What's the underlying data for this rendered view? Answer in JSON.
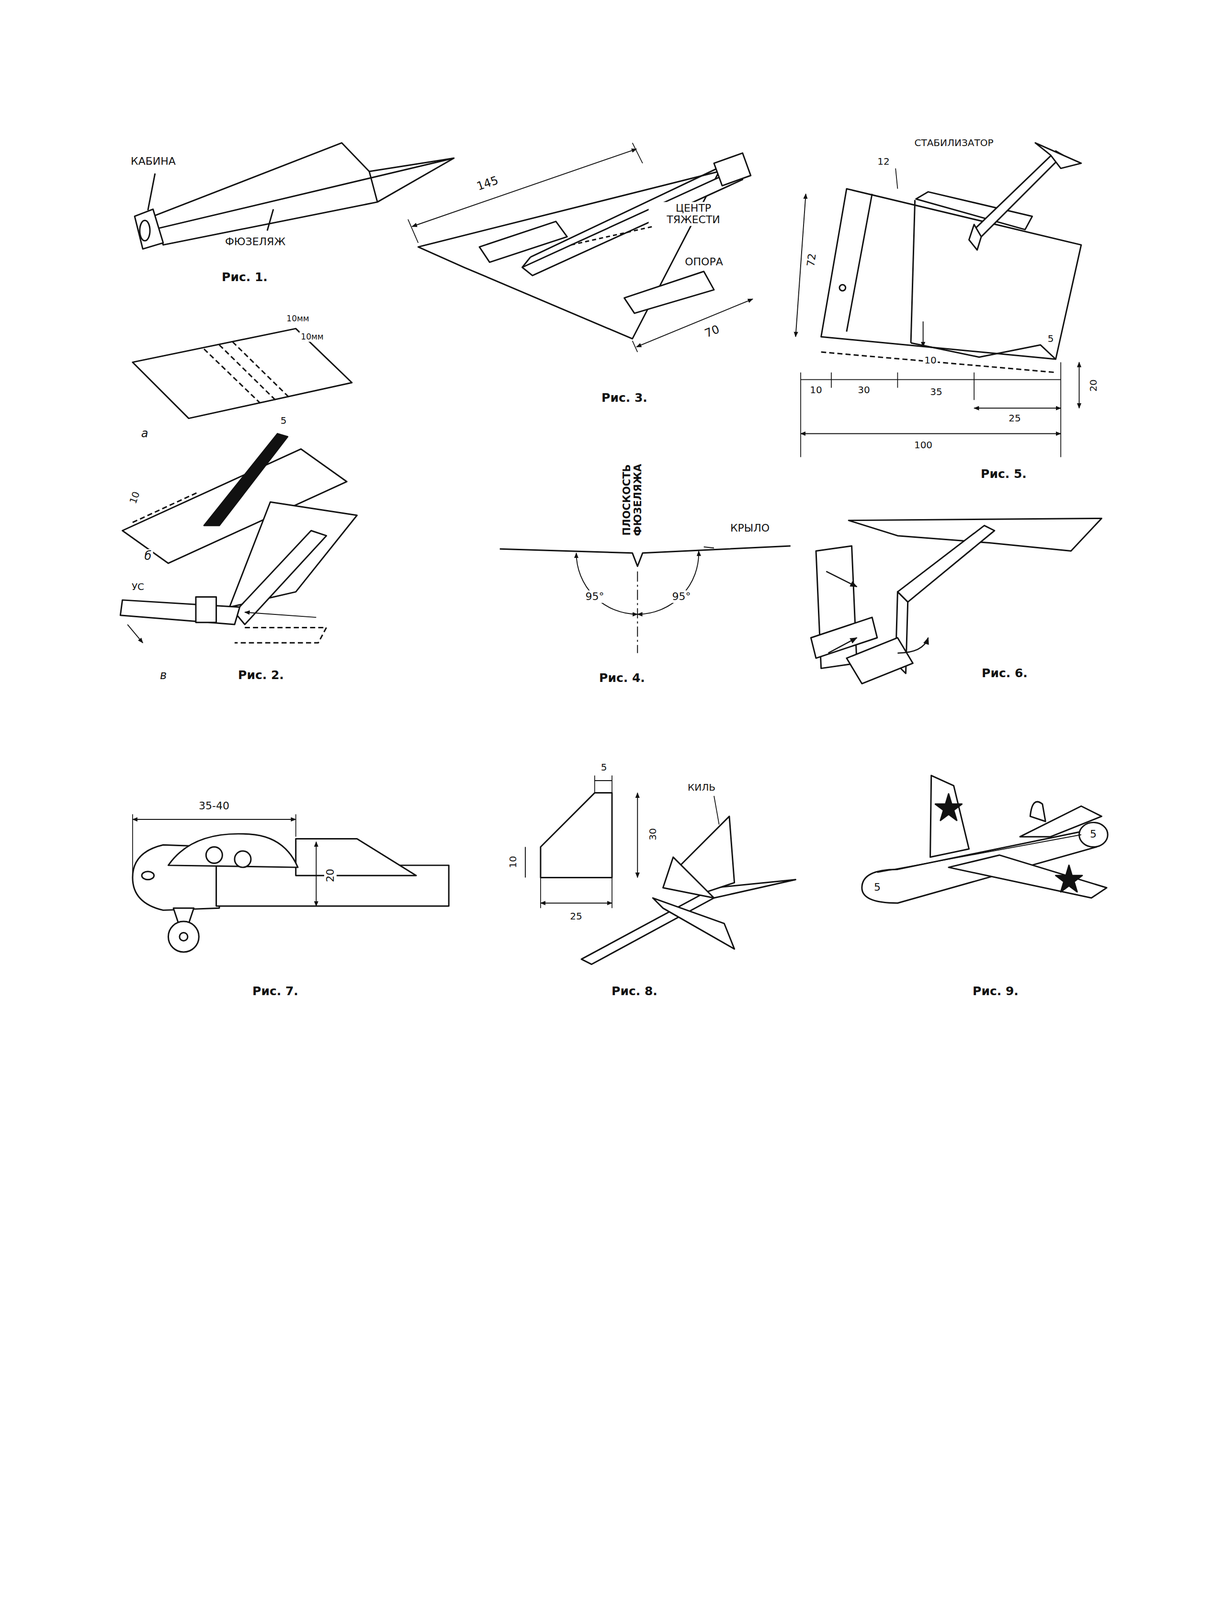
{
  "diagram": {
    "labels": [
      "КАБИНА",
      "ФЮЗЕЛЯЖ",
      "Рис. 1.",
      "145",
      "ЦЕНТР ТЯЖЕСТИ",
      "ОПОРА",
      "70",
      "Рис. 3.",
      "СТАБИЛИЗАТОР",
      "12",
      "72",
      "10",
      "5",
      "10",
      "30",
      "35",
      "25",
      "100",
      "20",
      "Рис. 5.",
      "10мм",
      "10мм",
      "а",
      "5",
      "10",
      "б",
      "УС",
      "в",
      "Рис. 2.",
      "ПЛОСКОСТЬ ФЮЗЕЛЯЖА",
      "КРЫЛО",
      "95°",
      "95°",
      "Рис. 4.",
      "Рис. 6.",
      "35-40",
      "20",
      "Рис. 7.",
      "5",
      "30",
      "10",
      "25",
      "КИЛЬ",
      "Рис. 8.",
      "5",
      "5",
      "Рис. 9."
    ]
  }
}
